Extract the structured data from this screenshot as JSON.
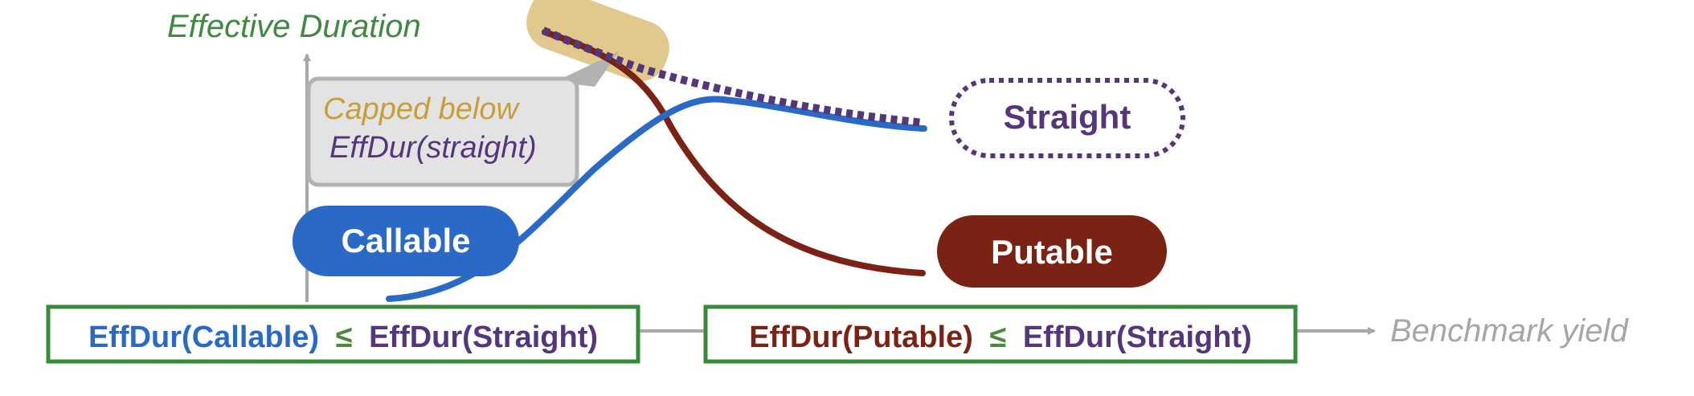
{
  "axes": {
    "y_label": "Effective Duration",
    "x_label": "Benchmark yield"
  },
  "curves": {
    "straight": {
      "label": "Straight"
    },
    "callable": {
      "label": "Callable"
    },
    "putable": {
      "label": "Putable"
    }
  },
  "callout": {
    "line1": "Capped below",
    "line2": "EffDur(straight)"
  },
  "relations": {
    "callable": {
      "lhs": "EffDur(Callable)",
      "op": "≤",
      "rhs": "EffDur(Straight)"
    },
    "putable": {
      "lhs": "EffDur(Putable)",
      "op": "≤",
      "rhs": "EffDur(Straight)"
    }
  },
  "colors": {
    "straight": "#54377a",
    "callable": "#2a6ac6",
    "putable": "#7a2214",
    "highlight": "#dcc07a",
    "axis": "#a8a8a8",
    "callout_fill": "#e3e3e3",
    "callout_border": "#b2b2b2",
    "callout_gold": "#c79f3a",
    "box_border": "#3a8a3e",
    "y_label": "#3e8a3e",
    "x_label": "#a6a6a6"
  }
}
